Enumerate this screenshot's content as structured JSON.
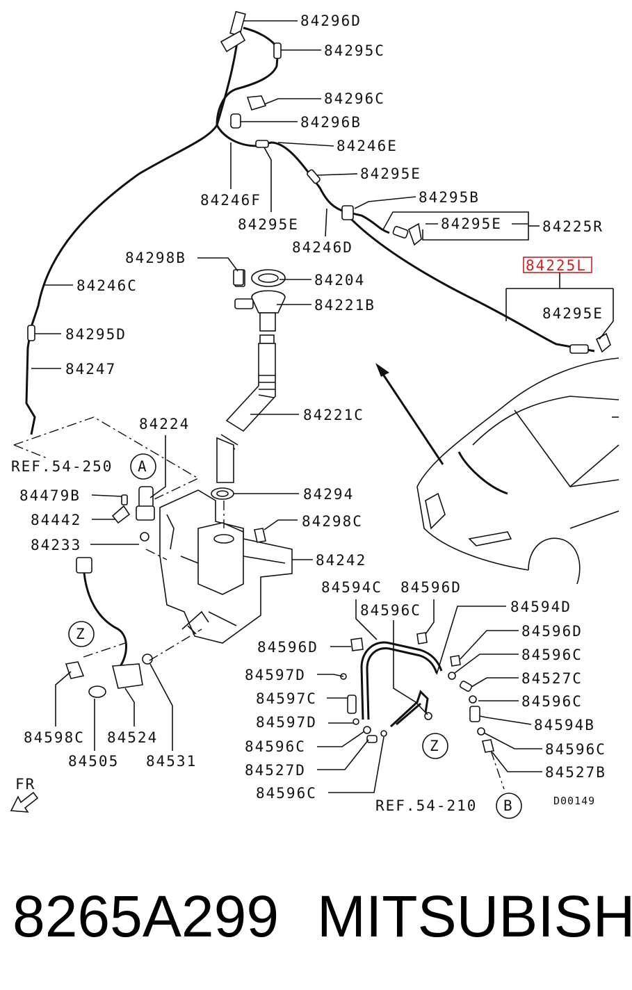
{
  "diagram": {
    "drawing_code": "D00149",
    "front_marker": "FR",
    "refs": [
      {
        "text": "REF.54-250",
        "circle": "A"
      },
      {
        "text": "REF.54-210",
        "circle": "B"
      }
    ],
    "zone_markers": [
      "Z",
      "Z"
    ],
    "labels": [
      "84296D",
      "84295C",
      "84296C",
      "84296B",
      "84246E",
      "84295E",
      "84246F",
      "84295E",
      "84295B",
      "84295E",
      "84225R",
      "84246D",
      "84225L",
      "84295E",
      "84298B",
      "84204",
      "84221B",
      "84246C",
      "84295D",
      "84247",
      "84221C",
      "84224",
      "84479B",
      "84442",
      "84233",
      "84294",
      "84298C",
      "84242",
      "84594C",
      "84596D",
      "84596C",
      "84594D",
      "84596D",
      "84596C",
      "84596D",
      "84597D",
      "84527C",
      "84597C",
      "84596C",
      "84597D",
      "84594B",
      "84596C",
      "84596C",
      "84527D",
      "84527B",
      "84596C",
      "84598C",
      "84524",
      "84505",
      "84531"
    ],
    "highlighted_label": "84225L",
    "highlight_color": "#d21e1e"
  },
  "footer": {
    "part_number": "8265A299",
    "brand": "MITSUBISHI"
  }
}
